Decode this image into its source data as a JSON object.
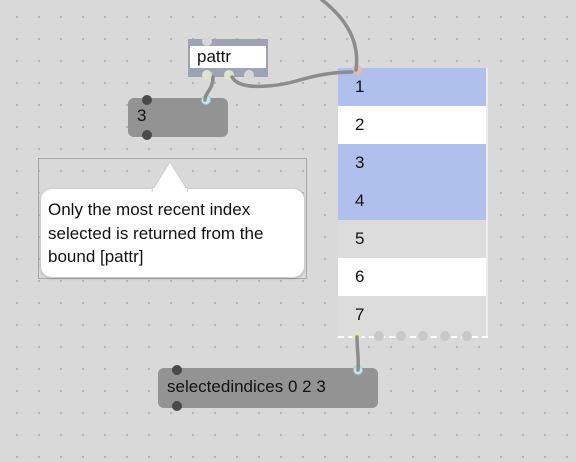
{
  "pattr": {
    "label": "pattr"
  },
  "numbox": {
    "value": "3"
  },
  "comment": {
    "text": "Only the most recent index selected is returned from the bound [pattr]"
  },
  "chooser": {
    "items": [
      {
        "label": "1",
        "selected": true
      },
      {
        "label": "2",
        "selected": false
      },
      {
        "label": "3",
        "selected": true
      },
      {
        "label": "4",
        "selected": true
      },
      {
        "label": "5",
        "selected": false
      },
      {
        "label": "6",
        "selected": false
      },
      {
        "label": "7",
        "selected": false
      }
    ]
  },
  "message": {
    "text": "selectedindices 0 2 3"
  },
  "colors": {
    "canvas": "#d9d9d9",
    "object": "#939393",
    "selection": "#afc0ec",
    "cord": "#8a8a8a"
  }
}
